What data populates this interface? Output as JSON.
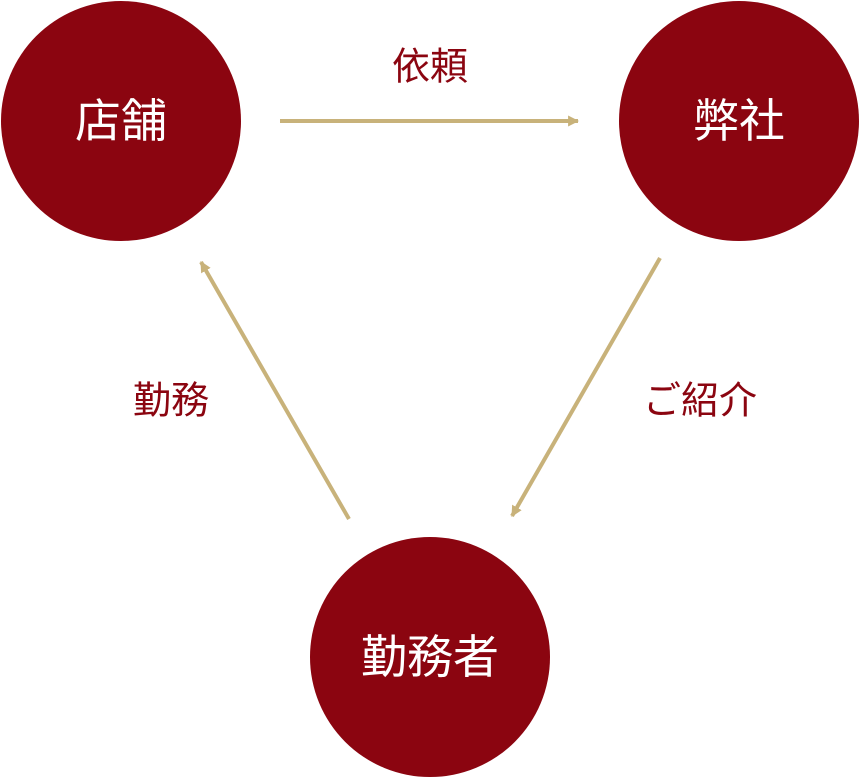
{
  "colors": {
    "node_fill": "#8b0510",
    "arrow": "#c8b27a",
    "label_text": "#8b0510",
    "node_text": "#ffffff"
  },
  "nodes": {
    "store": {
      "label": "店舗"
    },
    "company": {
      "label": "弊社"
    },
    "worker": {
      "label": "勤務者"
    }
  },
  "edges": {
    "request": {
      "label": "依頼"
    },
    "introduction": {
      "label": "ご紹介"
    },
    "work": {
      "label": "勤務"
    }
  }
}
